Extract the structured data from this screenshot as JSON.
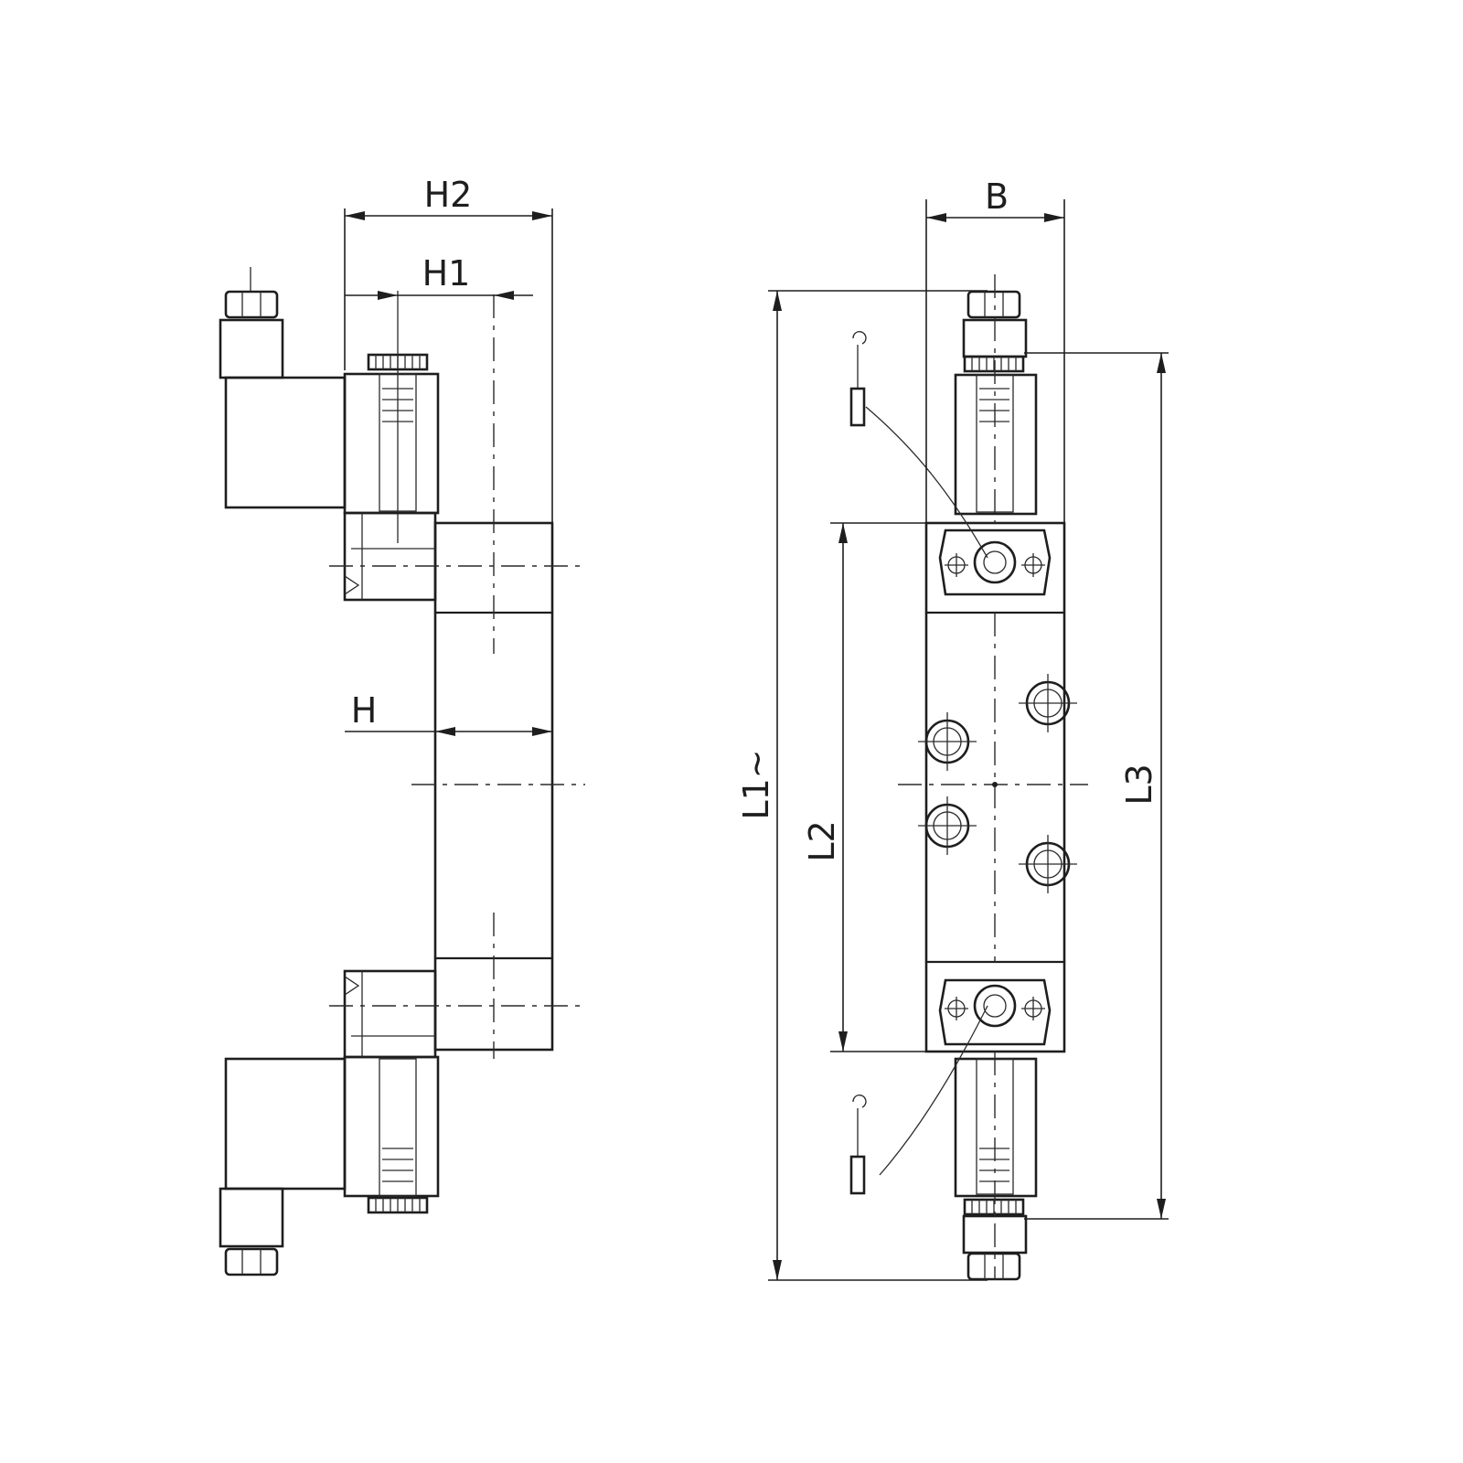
{
  "side_view": {
    "dimensions": {
      "h2": "H2",
      "h1": "H1",
      "h": "H"
    }
  },
  "front_view": {
    "dimensions": {
      "b": "B",
      "l1": "L1~",
      "l2": "L2",
      "l3": "L3"
    }
  }
}
